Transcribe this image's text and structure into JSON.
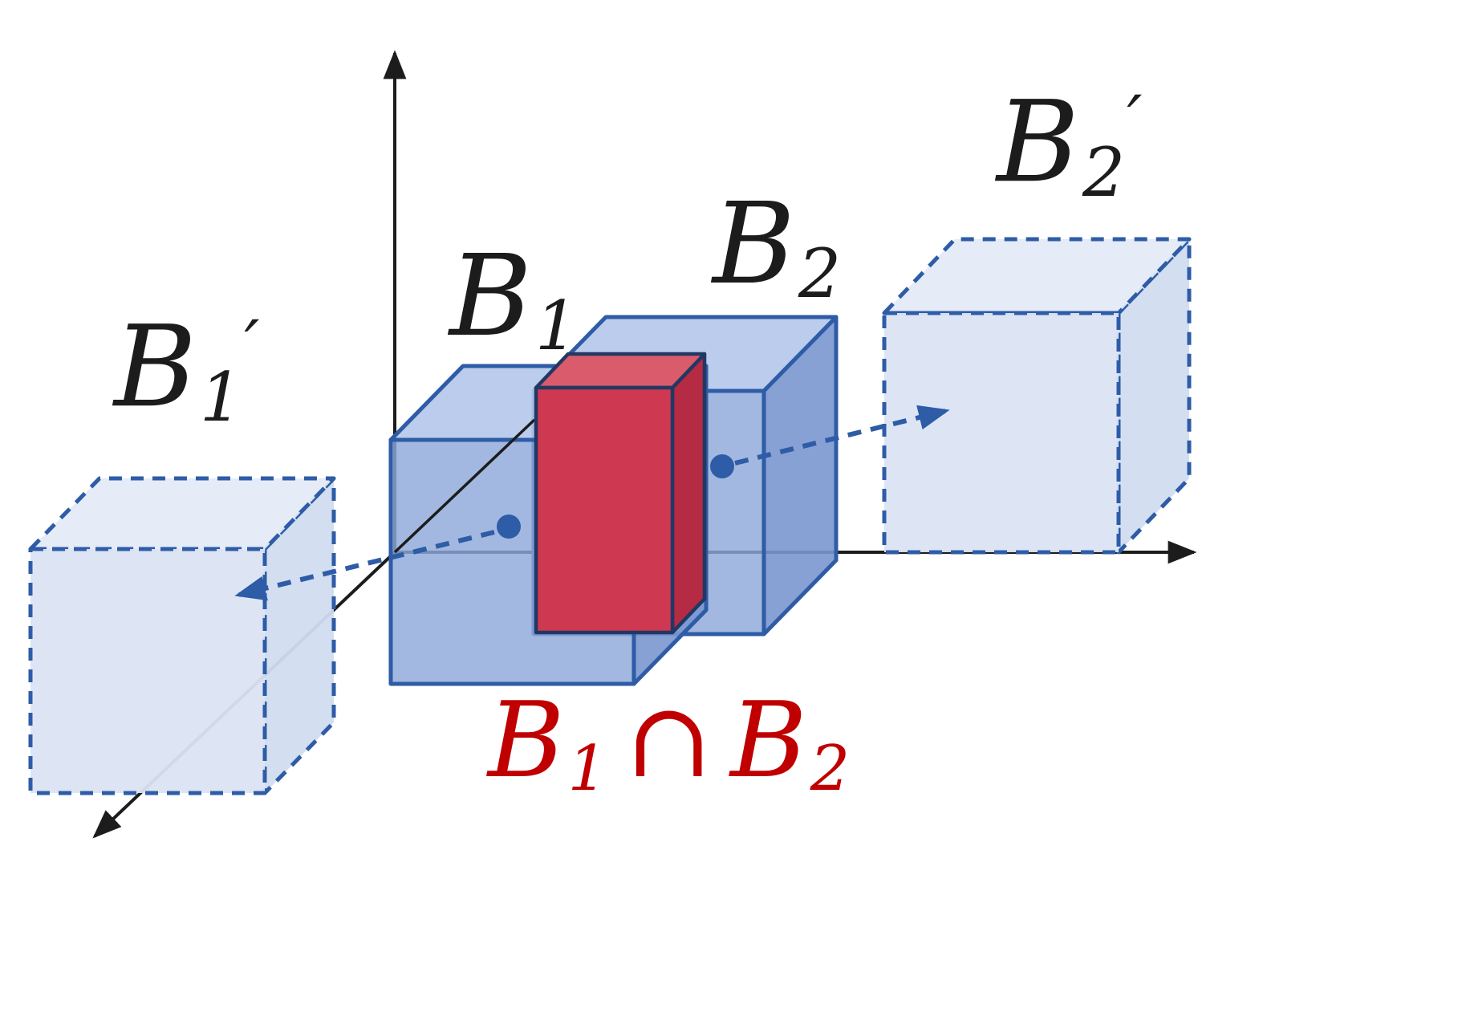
{
  "labels": {
    "b1": {
      "base": "B",
      "sub": "1"
    },
    "b2": {
      "base": "B",
      "sub": "2"
    },
    "b1_prime": {
      "base": "B",
      "sub": "1",
      "prime": "′"
    },
    "b2_prime": {
      "base": "B",
      "sub": "2",
      "prime": "′"
    },
    "intersection": {
      "left_base": "B",
      "left_sub": "1",
      "operator": "∩",
      "right_base": "B",
      "right_sub": "2"
    }
  },
  "colors": {
    "axis": "#1c1c1c",
    "box_stroke": "#2e5ca6",
    "solid_top": "#b4c7ea",
    "solid_front": "#8da8d9",
    "solid_right": "#7b97cf",
    "red_top": "#da5b6b",
    "red_front": "#ce3850",
    "red_right": "#b42b43",
    "red_stroke": "#203864",
    "ghost_top": "#e4ebf7",
    "ghost_front": "#dbe4f4",
    "ghost_right": "#d1dcf0",
    "dot": "#2e5ca6",
    "arrow": "#2e5ca6",
    "label_text": "#1c1c1c",
    "intersection_text": "#c00000"
  }
}
